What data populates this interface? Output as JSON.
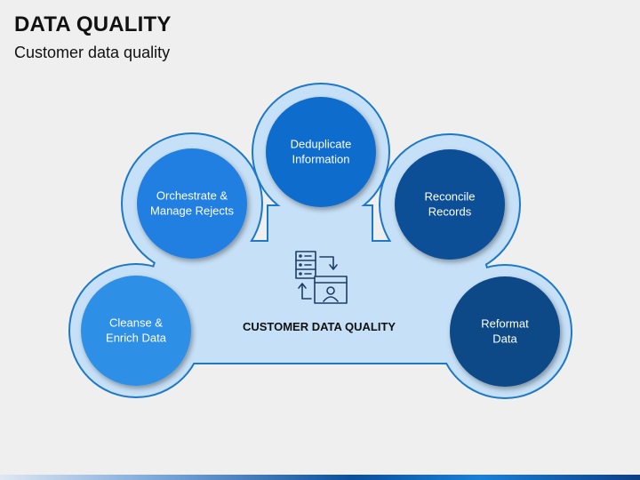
{
  "header": {
    "title": "DATA QUALITY",
    "subtitle": "Customer data quality"
  },
  "diagram": {
    "center_label": "CUSTOMER DATA QUALITY",
    "center_icon": "database-user-sync-icon",
    "nodes": [
      {
        "lines": [
          "Cleanse &",
          "Enrich Data"
        ],
        "color": "#2e8fe6"
      },
      {
        "lines": [
          "Orchestrate &",
          "Manage Rejects"
        ],
        "color": "#237fe2"
      },
      {
        "lines": [
          "Deduplicate",
          "Information"
        ],
        "color": "#0f6ccc"
      },
      {
        "lines": [
          "Reconcile",
          "Records"
        ],
        "color": "#0a4f96"
      },
      {
        "lines": [
          "Reformat",
          "Data"
        ],
        "color": "#0b4987"
      }
    ],
    "colors": {
      "outer_fill": "#c6e0f7",
      "outer_stroke": "#1d78c8",
      "icon_stroke": "#1f3d63"
    }
  }
}
